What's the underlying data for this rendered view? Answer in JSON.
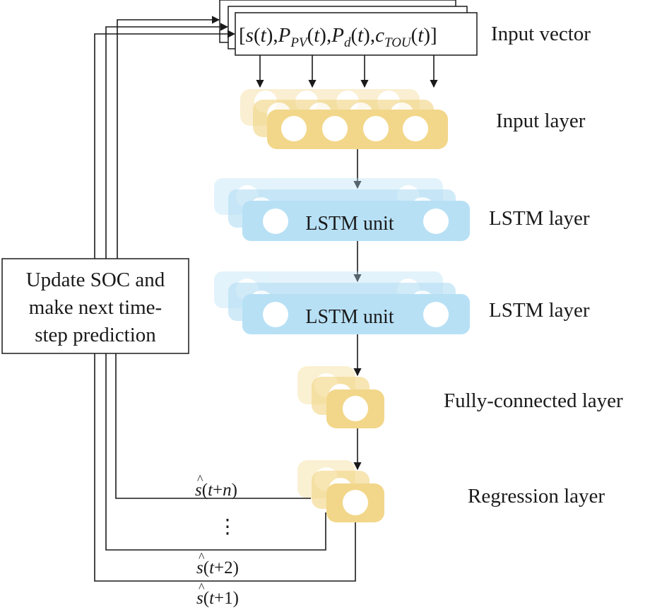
{
  "layers": {
    "input_vector": "Input vector",
    "input": "Input layer",
    "lstm_1": "LSTM layer",
    "lstm_2": "LSTM layer",
    "fully_connected": "Fully-connected layer",
    "regression": "Regression layer"
  },
  "lstm_unit_label": "LSTM unit",
  "update_box": {
    "line1": "Update SOC and",
    "line2": "make next time-",
    "line3": "step prediction"
  },
  "input_vector_formula": {
    "open_bracket": "[",
    "s": "s",
    "t": "t",
    "P": "P",
    "sub_pv": "PV",
    "sub_d": "d",
    "c": "c",
    "sub_tou": "TOU",
    "close_bracket": "]"
  },
  "outputs": {
    "s_hat": "s",
    "hat_mark": "^",
    "t": "t",
    "n": "n",
    "plus1": "+1)",
    "plus2": "+2)",
    "ellipsis": "⋮"
  },
  "colors": {
    "yellow": "#F2D78A",
    "blue": "#B7E0F5",
    "line": "#1a1a1a"
  }
}
